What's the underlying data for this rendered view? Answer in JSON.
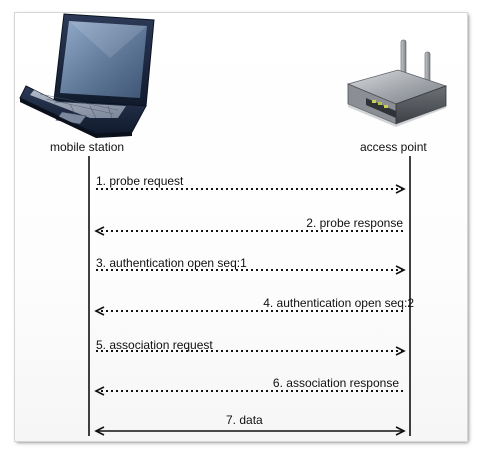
{
  "actors": {
    "mobile": {
      "label": "mobile station",
      "icon": "laptop-icon"
    },
    "ap": {
      "label": "access point",
      "icon": "wireless-router-icon"
    }
  },
  "messages": [
    {
      "text": "1. probe request",
      "direction": "right",
      "style": "dotted"
    },
    {
      "text": "2. probe response",
      "direction": "left",
      "style": "dotted"
    },
    {
      "text": "3. authentication open seq:1",
      "direction": "right",
      "style": "dotted"
    },
    {
      "text": "4. authentication open seq:2",
      "direction": "left",
      "style": "dotted"
    },
    {
      "text": "5. association request",
      "direction": "right",
      "style": "dotted"
    },
    {
      "text": "6. association response",
      "direction": "left",
      "style": "dotted"
    },
    {
      "text": "7. data",
      "direction": "both",
      "style": "solid"
    }
  ],
  "colors": {
    "line": "#111111",
    "laptop_body": "#1c2940",
    "laptop_screen": "#6b84a6",
    "router_body": "#9a9ea4",
    "router_led": "#c9d24a"
  }
}
